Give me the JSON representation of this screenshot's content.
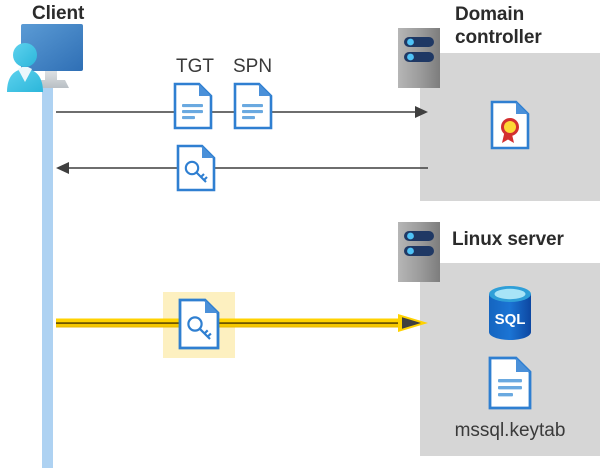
{
  "diagram": {
    "title_client": "Client",
    "title_domain_controller": "Domain controller",
    "title_linux_server": "Linux server",
    "labels": {
      "tgt": "TGT",
      "spn": "SPN",
      "keytab_file": "mssql.keytab",
      "sql_badge": "SQL"
    },
    "icons": {
      "client": "user-computer-icon",
      "domain_controller_server": "server-rack-icon",
      "linux_server": "server-rack-icon",
      "tgt_document": "document-icon",
      "spn_document": "document-icon",
      "ticket_key_document": "document-key-icon",
      "keytab_key_document": "document-key-icon",
      "certificate": "certificate-document-icon",
      "sql_database": "sql-database-icon",
      "keytab_document": "document-icon"
    },
    "arrows": [
      {
        "name": "client-to-dc-request",
        "direction": "right",
        "style": "thin-gray"
      },
      {
        "name": "dc-to-client-ticket",
        "direction": "left",
        "style": "thin-gray"
      },
      {
        "name": "client-to-linux-keytab",
        "direction": "right",
        "style": "thick-yellow"
      }
    ],
    "colors": {
      "panel_gray": "#d6d6d6",
      "lifeline_blue": "#aed2f2",
      "doc_blue": "#2f7fd1",
      "doc_fold_blue": "#4a90d9",
      "arrow_gray": "#3f3f3f",
      "arrow_yellow": "#ffd200",
      "arrow_yellow_dark": "#b38f00",
      "highlight_yellow": "#fdf0c0",
      "heading_dark": "#2b2b2b",
      "label_gray": "#3a3a3a",
      "server_gray": "#9a9a9a",
      "server_slot_navy": "#1f3864",
      "server_led_cyan": "#4fc3f7",
      "sql_blue": "#1565c0",
      "cert_red": "#d32f2f",
      "cert_gold": "#fdd835",
      "person_cyan": "#35c4e8",
      "monitor_blue": "#4a86c8"
    }
  }
}
